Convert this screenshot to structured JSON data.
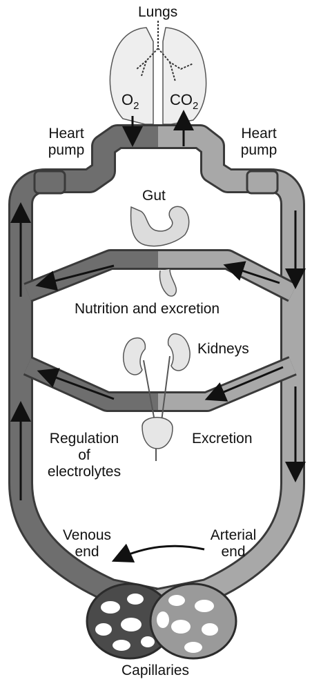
{
  "labels": {
    "lungs": "Lungs",
    "o2": "O",
    "o2_sub": "2",
    "co2": "CO",
    "co2_sub": "2",
    "heart_pump_left_1": "Heart",
    "heart_pump_left_2": "pump",
    "heart_pump_right_1": "Heart",
    "heart_pump_right_2": "pump",
    "gut": "Gut",
    "nutrition": "Nutrition and excretion",
    "kidneys": "Kidneys",
    "regulation_1": "Regulation",
    "regulation_2": "of",
    "regulation_3": "electrolytes",
    "excretion": "Excretion",
    "venous_1": "Venous",
    "venous_2": "end",
    "arterial_1": "Arterial",
    "arterial_2": "end",
    "capillaries": "Capillaries"
  },
  "colors": {
    "venous": "#6e6e6e",
    "arterial": "#a8a8a8",
    "outline": "#3a3a3a",
    "organ_fill": "#e2e2e2",
    "text": "#111111"
  }
}
